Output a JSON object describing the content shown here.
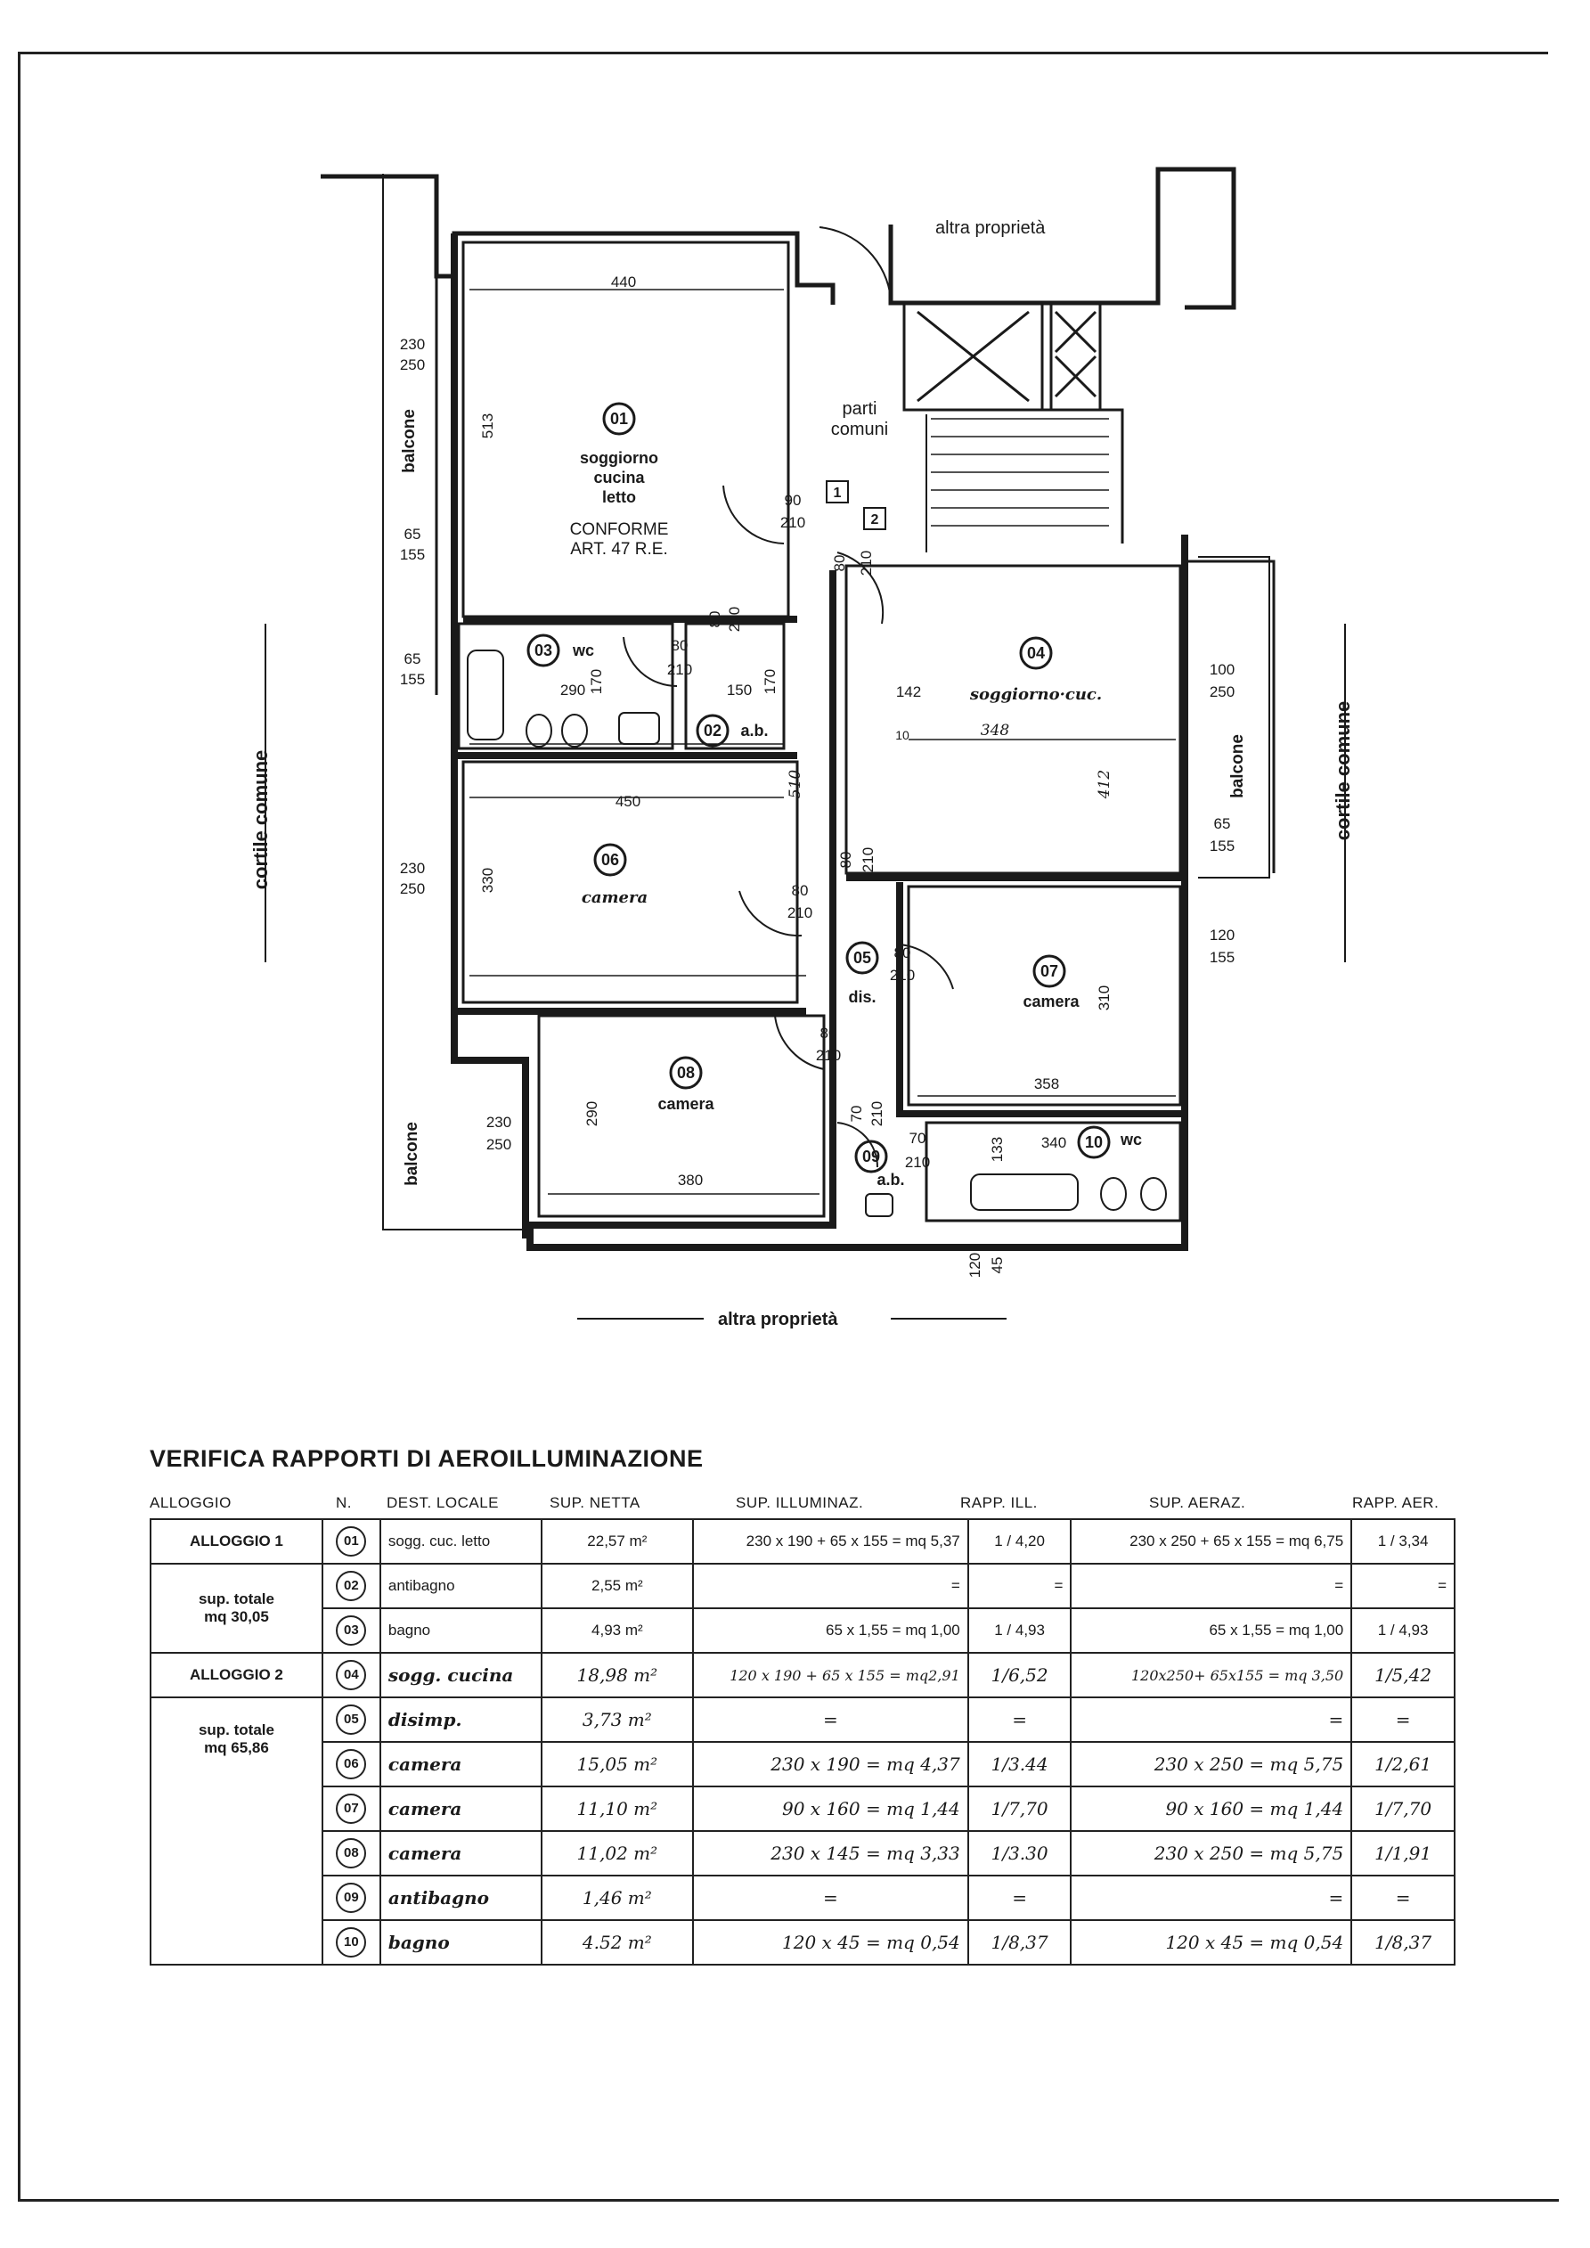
{
  "plan": {
    "labels": {
      "altra_top": "altra proprietà",
      "altra_bottom": "altra proprietà",
      "cortile_left": "cortile comune",
      "cortile_right": "cortile comune",
      "parti_comuni": "parti\ncomuni",
      "balcone_left_top": "balcone",
      "balcone_left_bottom": "balcone",
      "balcone_right": "balcone",
      "conforme": "CONFORME\nART. 47 R.E."
    },
    "rooms": [
      {
        "num": "01",
        "name": "soggiorno\ncucina\nletto"
      },
      {
        "num": "02",
        "name": "a.b."
      },
      {
        "num": "03",
        "name": "wc"
      },
      {
        "num": "04",
        "name": "soggiorno·cuc."
      },
      {
        "num": "05",
        "name": "dis."
      },
      {
        "num": "06",
        "name": "camera"
      },
      {
        "num": "07",
        "name": "camera"
      },
      {
        "num": "08",
        "name": "camera"
      },
      {
        "num": "09",
        "name": "a.b."
      },
      {
        "num": "10",
        "name": "wc"
      }
    ],
    "dims": [
      "440",
      "513",
      "230",
      "250",
      "65",
      "155",
      "65",
      "155",
      "290",
      "170",
      "150",
      "170",
      "80",
      "210",
      "80",
      "210",
      "90",
      "210",
      "80",
      "210",
      "142",
      "348",
      "10",
      "412",
      "100",
      "250",
      "65",
      "155",
      "450",
      "330",
      "230",
      "250",
      "80",
      "210",
      "80",
      "210",
      "80",
      "210",
      "80",
      "210",
      "310",
      "120",
      "155",
      "358",
      "70",
      "210",
      "70",
      "210",
      "133",
      "340",
      "290",
      "380",
      "230",
      "250",
      "120",
      "45",
      "510"
    ],
    "markers": [
      "1",
      "2"
    ]
  },
  "table": {
    "title": "VERIFICA RAPPORTI DI AEROILLUMINAZIONE",
    "headers": [
      "ALLOGGIO",
      "N.",
      "DEST. LOCALE",
      "SUP. NETTA",
      "SUP. ILLUMINAZ.",
      "RAPP. ILL.",
      "SUP. AERAZ.",
      "RAPP. AER."
    ],
    "groups": [
      {
        "label": "ALLOGGIO 1"
      },
      {
        "label": "sup. totale\nmq 30,05"
      },
      {
        "label": "ALLOGGIO 2"
      },
      {
        "label": "sup. totale\nmq 65,86"
      }
    ],
    "rows": [
      {
        "n": "01",
        "dest": "sogg. cuc. letto",
        "sup": "22,57 m²",
        "ill": "230 x 190 + 65 x 155 = mq 5,37",
        "rill": "1 / 4,20",
        "aer": "230 x 250 + 65 x 155 = mq 6,75",
        "raer": "1 / 3,34"
      },
      {
        "n": "02",
        "dest": "antibagno",
        "sup": "2,55 m²",
        "ill": "=",
        "rill": "=",
        "aer": "=",
        "raer": "="
      },
      {
        "n": "03",
        "dest": "bagno",
        "sup": "4,93 m²",
        "ill": "65 x 1,55 = mq 1,00",
        "rill": "1 / 4,93",
        "aer": "65 x 1,55 = mq 1,00",
        "raer": "1 / 4,93"
      },
      {
        "n": "04",
        "dest": "sogg. cucina",
        "sup": "18,98 m²",
        "ill": "120 x 190 + 65 x 155 = mq2,91",
        "rill": "1/6,52",
        "aer": "120x250+ 65x155 = mq 3,50",
        "raer": "1/5,42"
      },
      {
        "n": "05",
        "dest": "disimp.",
        "sup": "3,73 m²",
        "ill": "=",
        "rill": "=",
        "aer": "=",
        "raer": "="
      },
      {
        "n": "06",
        "dest": "camera",
        "sup": "15,05 m²",
        "ill": "230 x 190 = mq 4,37",
        "rill": "1/3.44",
        "aer": "230 x 250 = mq 5,75",
        "raer": "1/2,61"
      },
      {
        "n": "07",
        "dest": "camera",
        "sup": "11,10 m²",
        "ill": "90 x 160 = mq 1,44",
        "rill": "1/7,70",
        "aer": "90 x 160 = mq 1,44",
        "raer": "1/7,70"
      },
      {
        "n": "08",
        "dest": "camera",
        "sup": "11,02 m²",
        "ill": "230 x 145 = mq 3,33",
        "rill": "1/3.30",
        "aer": "230 x 250 = mq 5,75",
        "raer": "1/1,91"
      },
      {
        "n": "09",
        "dest": "antibagno",
        "sup": "1,46 m²",
        "ill": "=",
        "rill": "=",
        "aer": "=",
        "raer": "="
      },
      {
        "n": "10",
        "dest": "bagno",
        "sup": "4.52 m²",
        "ill": "120 x 45 = mq 0,54",
        "rill": "1/8,37",
        "aer": "120 x 45 = mq 0,54",
        "raer": "1/8,37"
      }
    ]
  }
}
